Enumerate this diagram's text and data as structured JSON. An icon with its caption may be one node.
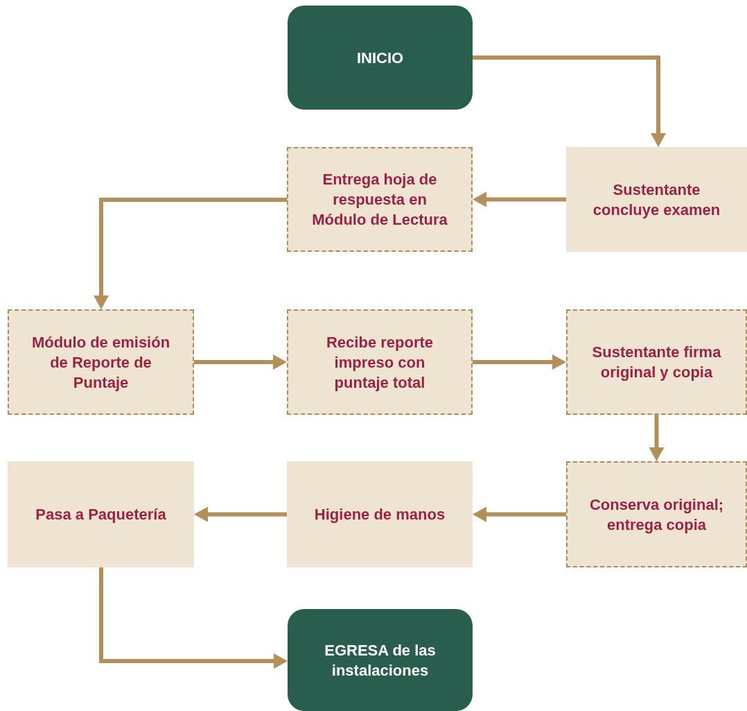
{
  "diagram": {
    "nodes": [
      {
        "text": [
          "INICIO"
        ]
      },
      {
        "text": [
          "Sustentante concluye examen"
        ]
      },
      {
        "text": [
          "Entrega hoja de respuesta en Módulo de Lectura"
        ]
      },
      {
        "text": [
          "Módulo de emisión de Reporte de Puntaje"
        ]
      },
      {
        "text": [
          "Recibe reporte impreso con puntaje total"
        ]
      },
      {
        "text": [
          "Sustentante firma original y copia"
        ]
      },
      {
        "text": [
          "Conserva original; entrega copia"
        ]
      },
      {
        "text": [
          "Higiene de manos"
        ]
      },
      {
        "text": [
          "Pasa a Paquetería"
        ]
      },
      {
        "text": [
          "EGRESA de las instalaciones"
        ]
      }
    ],
    "edges": [
      {
        "from": 0,
        "to": 1,
        "arrow": "to"
      },
      {
        "from": 1,
        "to": 2,
        "arrow": "to"
      },
      {
        "from": 2,
        "to": 3,
        "arrow": "to"
      },
      {
        "from": 3,
        "to": 4,
        "arrow": "to"
      },
      {
        "from": 4,
        "to": 5,
        "arrow": "to"
      },
      {
        "from": 5,
        "to": 6,
        "arrow": "to"
      },
      {
        "from": 6,
        "to": 7,
        "arrow": "to"
      },
      {
        "from": 7,
        "to": 8,
        "arrow": "to"
      },
      {
        "from": 8,
        "to": 9,
        "arrow": "to"
      }
    ]
  }
}
